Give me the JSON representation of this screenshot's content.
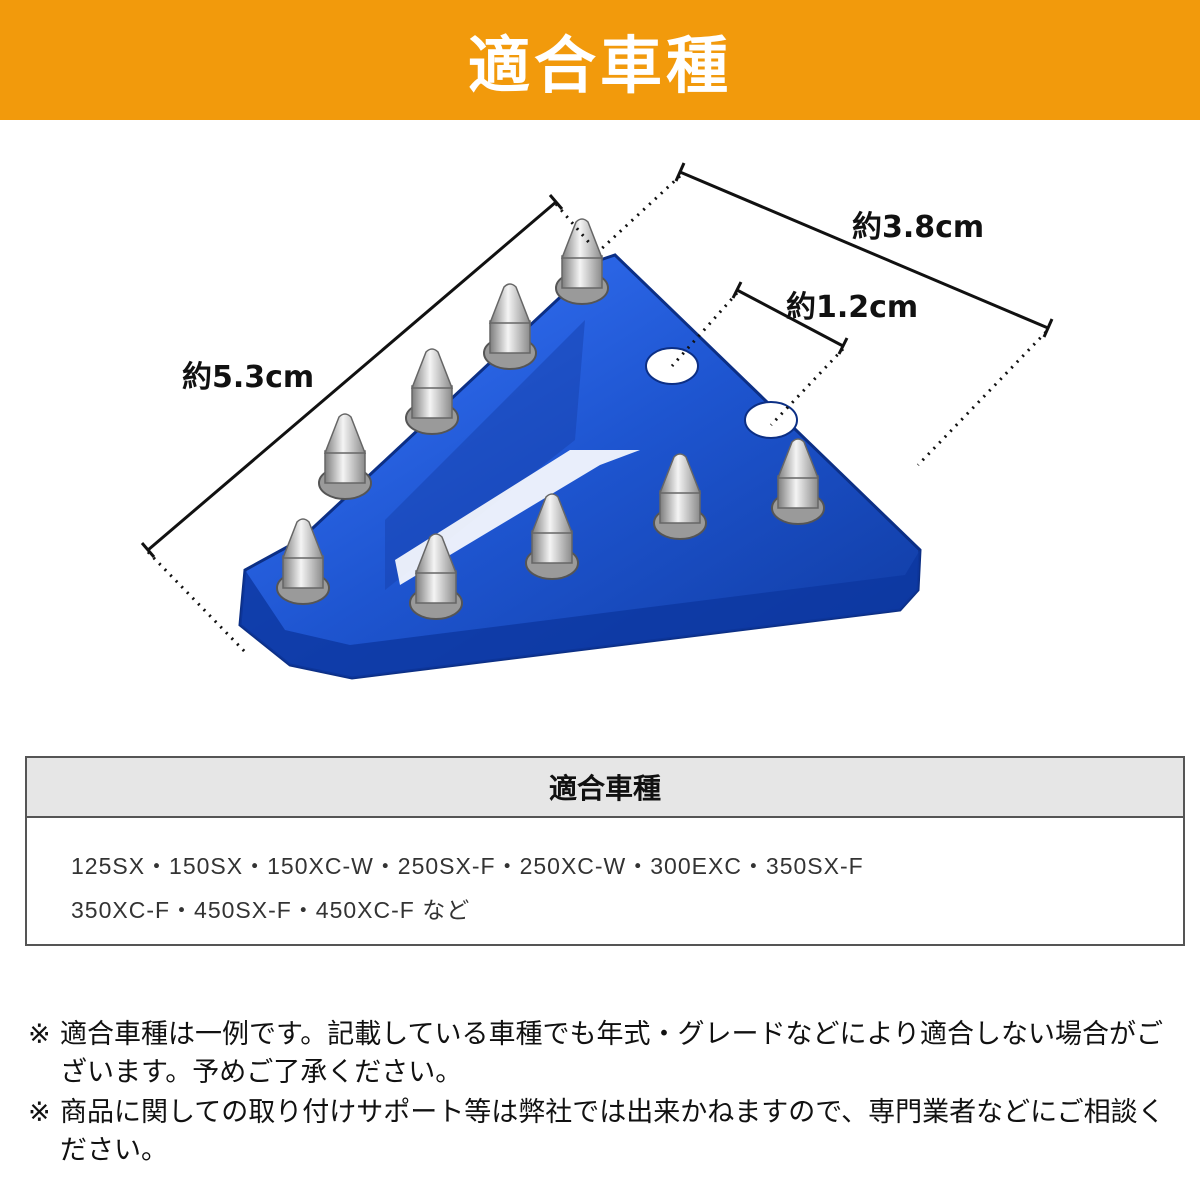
{
  "header": {
    "title": "適合車種"
  },
  "dimensions": {
    "width_label": "約3.8cm",
    "hole_label": "約1.2cm",
    "length_label": "約5.3cm"
  },
  "colors": {
    "banner": "#f29a0c",
    "part": "#1f52c8"
  },
  "fit_table": {
    "heading": "適合車種",
    "line1": "125SX・150SX・150XC-W・250SX-F・250XC-W・300EXC・350SX-F",
    "line2": "350XC-F・450SX-F・450XC-F など"
  },
  "notes": [
    {
      "mark": "※",
      "text": "適合車種は一例です。記載している車種でも年式・グレードなどにより適合しない場合がございます。予めご了承ください。"
    },
    {
      "mark": "※",
      "text": "商品に関しての取り付けサポート等は弊社では出来かねますので、専門業者などにご相談ください。"
    }
  ]
}
